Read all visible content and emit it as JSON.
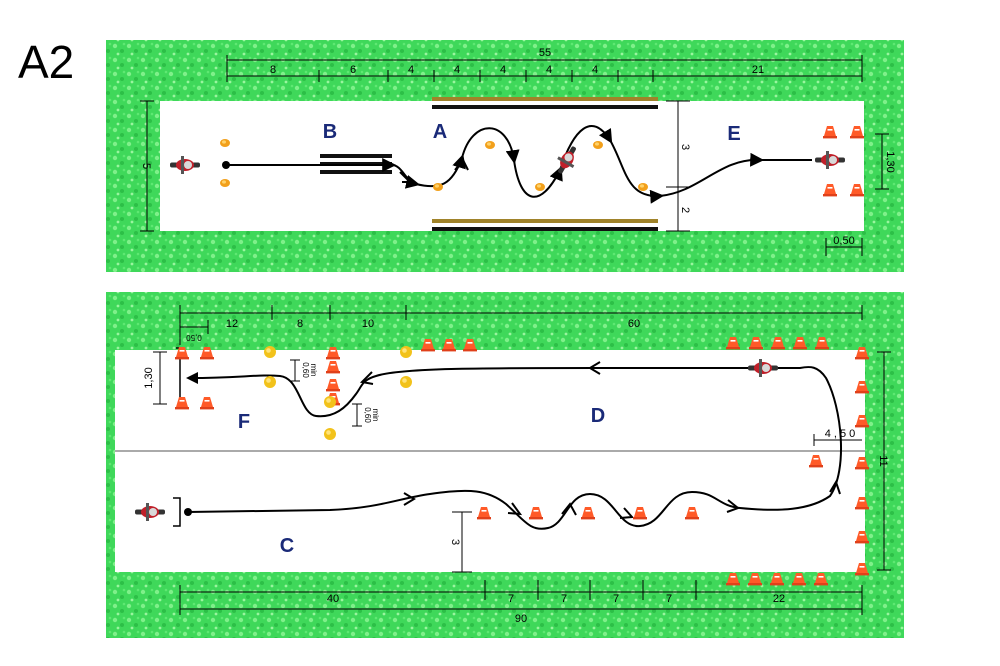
{
  "title": "A2",
  "top": {
    "zones": {
      "A": "A",
      "B": "B",
      "E": "E"
    },
    "top_total": "55",
    "top_segments": [
      "8",
      "6",
      "4",
      "4",
      "4",
      "4",
      "4",
      "21"
    ],
    "left_width": "5",
    "lane_upper": "3",
    "lane_lower": "2",
    "gate_width": "1,30",
    "gate_depth": "0,50"
  },
  "bottom": {
    "zones": {
      "C": "C",
      "D": "D",
      "F": "F"
    },
    "top_segments": [
      "12",
      "8",
      "10",
      "60"
    ],
    "small_top": "0,50",
    "gate_left": "1,30",
    "spacing_1": "0,60",
    "spacing_1_unit": "min",
    "spacing_2": "0,60",
    "spacing_2_unit": "min",
    "right_height": "11",
    "inner_width": "4 , 5 0",
    "slalom_offset": "3",
    "bottom_segments": [
      "40",
      "7",
      "7",
      "7",
      "7",
      "22"
    ],
    "bottom_total": "90"
  },
  "colors": {
    "grass": "#3fd85a",
    "track": "#ffffff",
    "path": "#000000",
    "zone_label": "#1a2a78",
    "cone": "#ff5a28",
    "marker": "#f2c21b",
    "rail": "#a0832a"
  }
}
